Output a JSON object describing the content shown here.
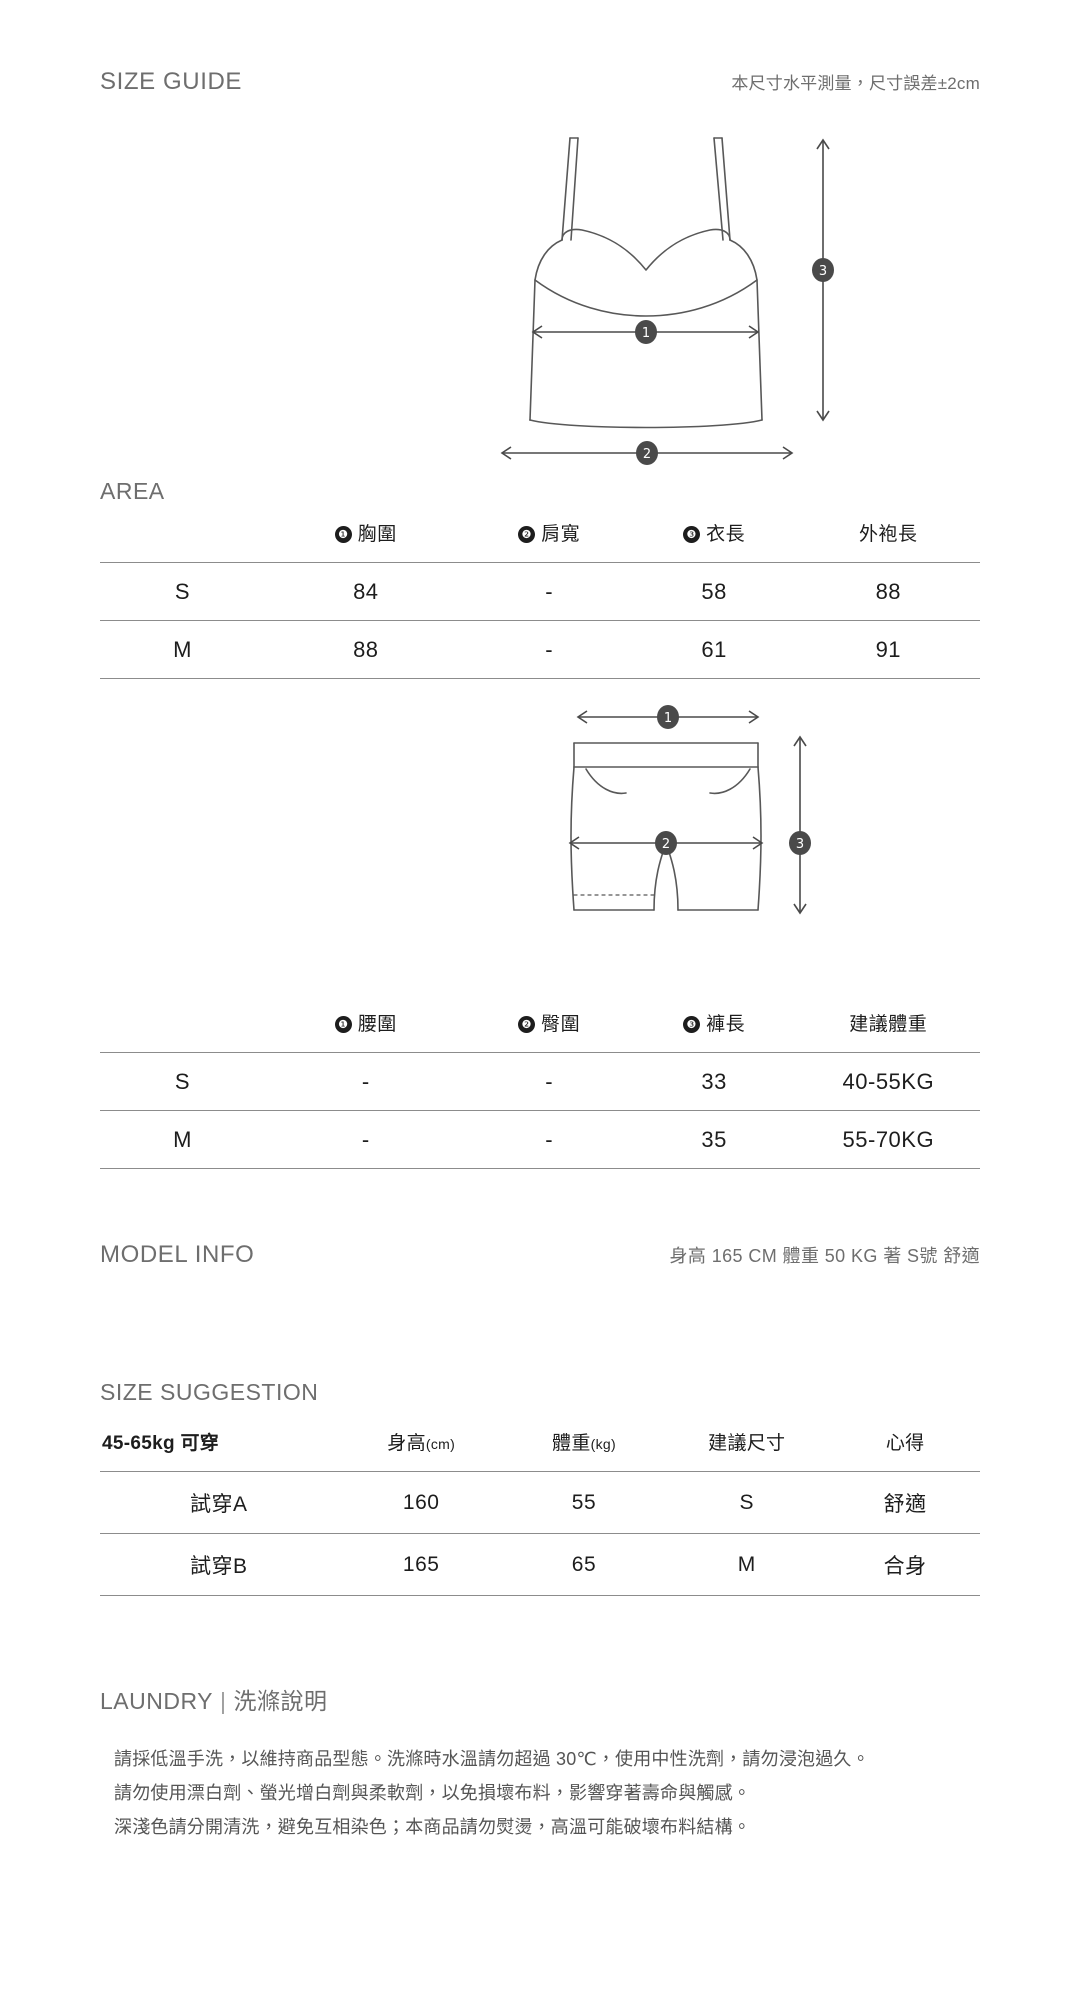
{
  "header": {
    "title": "SIZE GUIDE",
    "note": "本尺寸水平測量，尺寸誤差±2cm"
  },
  "area": {
    "label": "AREA"
  },
  "top_diagram": {
    "marker_1": "1",
    "marker_2": "2",
    "marker_3": "3",
    "alt": "camisole-top-measurement-diagram"
  },
  "bottom_diagram": {
    "marker_1": "1",
    "marker_2": "2",
    "marker_3": "3",
    "alt": "shorts-measurement-diagram"
  },
  "top_table": {
    "headers": [
      {
        "badge": "",
        "label": ""
      },
      {
        "badge": "❶",
        "label": "胸圍"
      },
      {
        "badge": "❷",
        "label": "肩寬"
      },
      {
        "badge": "❸",
        "label": "衣長"
      },
      {
        "badge": "",
        "label": "外袍長"
      }
    ],
    "rows": [
      {
        "size": "S",
        "c1": "84",
        "c2": "-",
        "c3": "58",
        "c4": "88"
      },
      {
        "size": "M",
        "c1": "88",
        "c2": "-",
        "c3": "61",
        "c4": "91"
      }
    ]
  },
  "bottom_table": {
    "headers": [
      {
        "badge": "",
        "label": ""
      },
      {
        "badge": "❶",
        "label": "腰圍"
      },
      {
        "badge": "❷",
        "label": "臀圍"
      },
      {
        "badge": "❸",
        "label": "褲長"
      },
      {
        "badge": "",
        "label": "建議體重"
      }
    ],
    "rows": [
      {
        "size": "S",
        "c1": "-",
        "c2": "-",
        "c3": "33",
        "c4": "40-55KG"
      },
      {
        "size": "M",
        "c1": "-",
        "c2": "-",
        "c3": "35",
        "c4": "55-70KG"
      }
    ]
  },
  "model": {
    "title": "MODEL INFO",
    "info": "身高 165 CM  體重 50 KG  著 S號 舒適"
  },
  "suggestion": {
    "title": "SIZE SUGGESTION",
    "headers": {
      "range": "45-65kg 可穿",
      "height": "身高",
      "height_unit": "(cm)",
      "weight": "體重",
      "weight_unit": "(kg)",
      "recommend": "建議尺寸",
      "comment": "心得"
    },
    "rows": [
      {
        "tester": "試穿A",
        "height": "160",
        "weight": "55",
        "size": "S",
        "comment": "舒適"
      },
      {
        "tester": "試穿B",
        "height": "165",
        "weight": "65",
        "size": "M",
        "comment": "合身"
      }
    ]
  },
  "laundry": {
    "title_en": "LAUNDRY",
    "divider": "|",
    "title_zh": "洗滌說明",
    "lines": [
      "請採低溫手洗，以維持商品型態。洗滌時水溫請勿超過 30℃，使用中性洗劑，請勿浸泡過久。",
      "請勿使用漂白劑、螢光增白劑與柔軟劑，以免損壞布料，影響穿著壽命與觸感。",
      "深淺色請分開清洗，避免互相染色；本商品請勿熨燙，高溫可能破壞布料結構。"
    ]
  },
  "colors": {
    "title_gray": "#6e6e6e",
    "text_dark": "#1d1d1d",
    "rule": "#8c8c8c",
    "badge_bg": "#1d1d1d",
    "diagram_stroke": "#555555"
  }
}
